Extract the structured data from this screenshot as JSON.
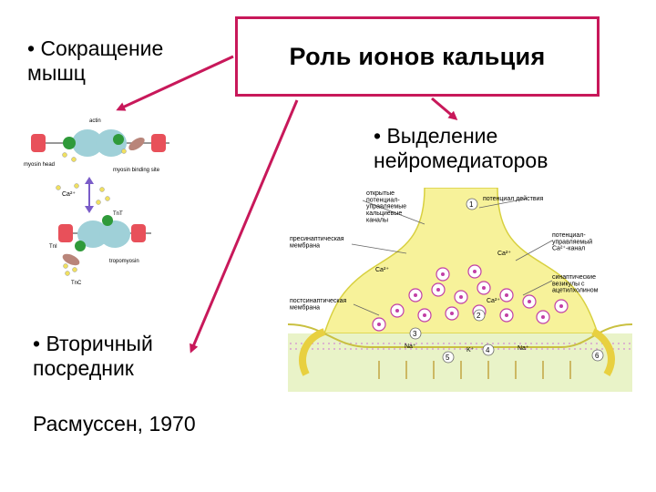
{
  "title": "Роль ионов кальция",
  "bullets": {
    "muscle": "• Сокращение\nмышц",
    "neuro": "• Выделение\nнейромедиаторов",
    "messenger": "• Вторичный\nпосредник"
  },
  "citation": "Расмуссен, 1970",
  "muscle_figure": {
    "actin": "actin",
    "myosin_head": "myosin head",
    "binding_site": "myosin binding site",
    "ca": "Ca²⁺",
    "tnt": "TnT",
    "tni": "TnI",
    "tropomyosin": "tropomyosin",
    "tnc": "TnC"
  },
  "synapse_figure": {
    "open_channels": "открытые\nпотенциал-\nуправляемые\nкальциевые\nканалы",
    "action_potential": "потенциал действия",
    "presynaptic": "пресинаптическая\nмембрана",
    "voltage_channel": "потенциал-\nуправляемый\nCa²⁺-канал",
    "vesicles": "синаптические\nвезикулы с\nацетилхолином",
    "postsynaptic": "постсинаптическая\nмембрана",
    "ca": "Ca²⁺",
    "na": "Na⁺",
    "k": "K⁺",
    "steps": [
      "1",
      "2",
      "3",
      "4",
      "5",
      "6"
    ]
  },
  "colors": {
    "arrow": "#c8185a",
    "box_border": "#c8185a",
    "synapse_fill": "#f7f29a",
    "vesicle": "#c23fa6",
    "actin": "#9fd0d8",
    "troponin": "#2f9a3a",
    "myosin": "#e8505a"
  }
}
